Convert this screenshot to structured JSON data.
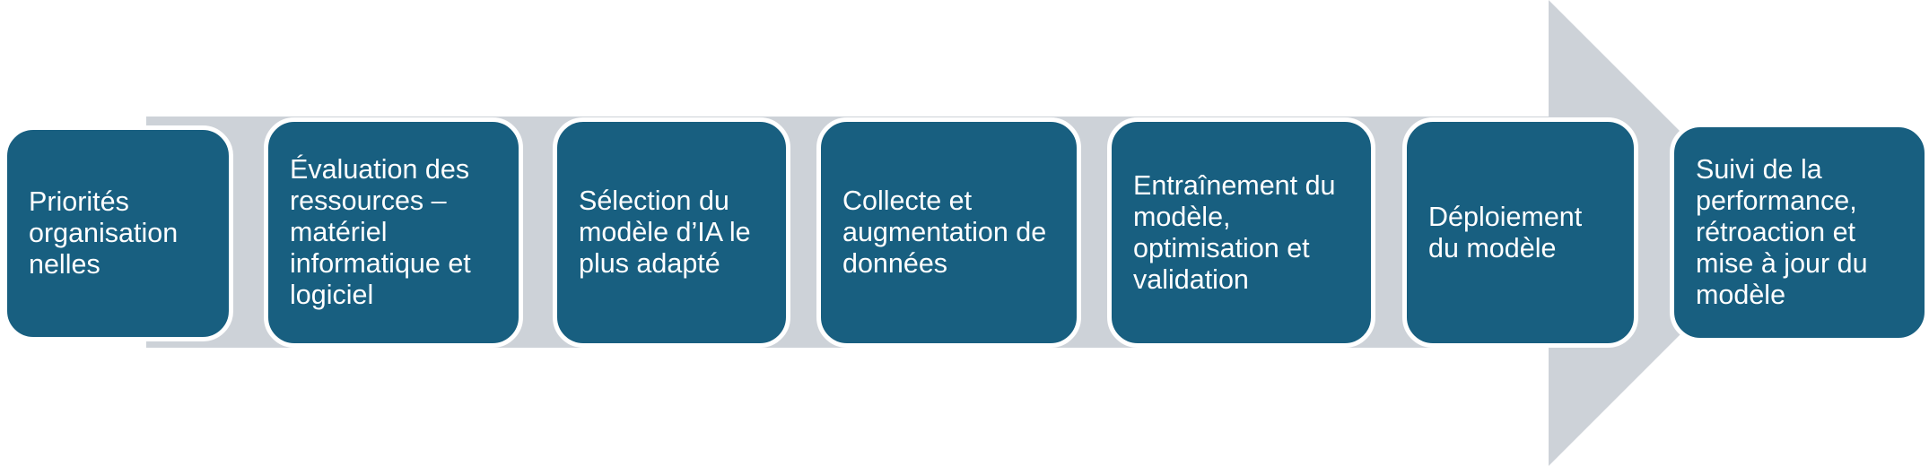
{
  "colors": {
    "box_fill": "#185f80",
    "arrow_fill": "#cdd2d8",
    "text": "#ffffff"
  },
  "steps": [
    {
      "label": "Priorités organisation nelles"
    },
    {
      "label": "Évaluation des ressources – matériel informatique et logiciel"
    },
    {
      "label": "Sélection du modèle d’IA le plus adapté"
    },
    {
      "label": "Collecte et augmentation de données"
    },
    {
      "label": "Entraînement du modèle, optimisation et validation"
    },
    {
      "label": "Déploiement du modèle"
    },
    {
      "label": "Suivi de la performance, rétroaction et mise à jour du modèle"
    }
  ]
}
